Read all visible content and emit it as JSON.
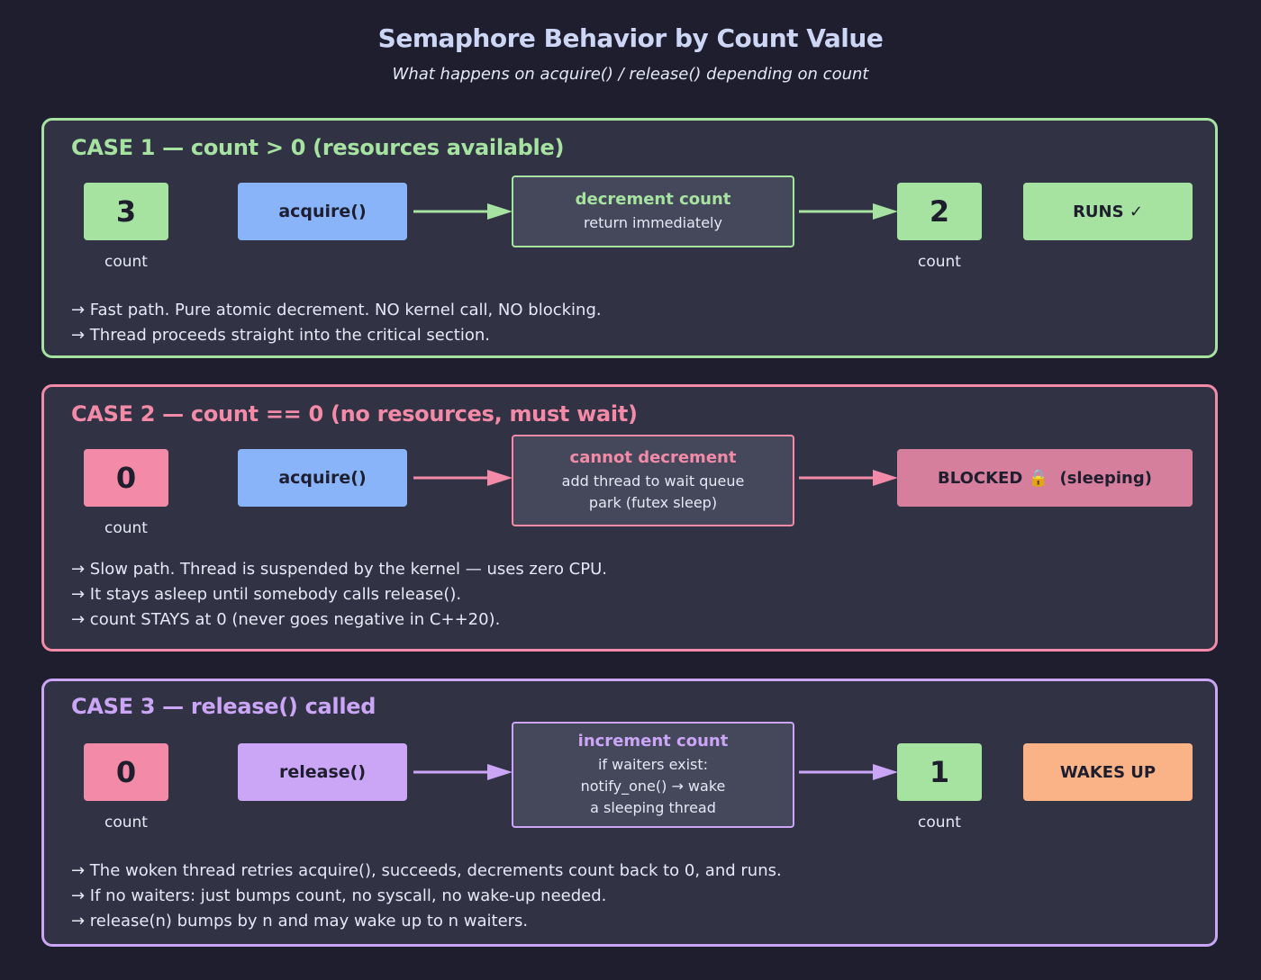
{
  "header": {
    "title": "Semaphore Behavior by Count Value",
    "subtitle": "What happens on acquire() / release() depending on count"
  },
  "colors": {
    "background": "#1e1e2e",
    "panel": "#313244",
    "green": "#a6e3a1",
    "pink": "#f38ba8",
    "purple": "#cba6f7",
    "blue": "#89b4fa",
    "orange": "#fab387",
    "blocked": "#d67f9d"
  },
  "cases": [
    {
      "title": "CASE 1 — count > 0 (resources available)",
      "before_count": "3",
      "before_label": "count",
      "call": "acquire()",
      "process_head": "decrement count",
      "process_lines": [
        "return immediately"
      ],
      "after_count": "2",
      "after_label": "count",
      "status": "RUNS ✓",
      "notes": [
        "→ Fast path. Pure atomic decrement. NO kernel call, NO blocking.",
        "→ Thread proceeds straight into the critical section."
      ]
    },
    {
      "title": "CASE 2 — count == 0 (no resources, must wait)",
      "before_count": "0",
      "before_label": "count",
      "call": "acquire()",
      "process_head": "cannot decrement",
      "process_lines": [
        "add thread to wait queue",
        "park (futex sleep)"
      ],
      "status": "BLOCKED 🔒  (sleeping)",
      "notes": [
        "→ Slow path. Thread is suspended by the kernel — uses zero CPU.",
        "→ It stays asleep until somebody calls release().",
        "→ count STAYS at 0 (never goes negative in C++20)."
      ]
    },
    {
      "title": "CASE 3 — release() called",
      "before_count": "0",
      "before_label": "count",
      "call": "release()",
      "process_head": "increment count",
      "process_lines": [
        "if waiters exist:",
        "notify_one() → wake",
        "a sleeping thread"
      ],
      "after_count": "1",
      "after_label": "count",
      "status": "WAKES UP",
      "notes": [
        "→ The woken thread retries acquire(), succeeds, decrements count back to 0, and runs.",
        "→ If no waiters: just bumps count, no syscall, no wake-up needed.",
        "→ release(n) bumps by n and may wake up to n waiters."
      ]
    }
  ]
}
